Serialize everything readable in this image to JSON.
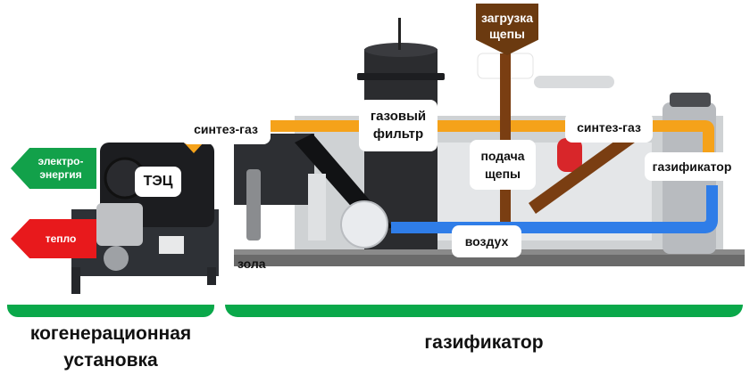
{
  "diagram": {
    "colors": {
      "syngas": "#f5a21a",
      "air": "#2f7de8",
      "chip_feed": "#7a3e12",
      "electric": "#12a14a",
      "heat": "#e8191c",
      "section_bar": "#0aa84a"
    },
    "labels": {
      "chip_loading": "загрузка щепы",
      "syngas_left": "синтез-газ",
      "gas_filter_line1": "газовый",
      "gas_filter_line2": "фильтр",
      "syngas_right": "синтез-газ",
      "chip_feed_line1": "подача",
      "chip_feed_line2": "щепы",
      "gasifier": "газификатор",
      "air": "воздух",
      "ash": "зола",
      "chp": "ТЭЦ",
      "electricity_line1": "электро-",
      "electricity_line2": "энергия",
      "heat": "тепло"
    },
    "sections": {
      "cogeneration_line1": "когенерационная",
      "cogeneration_line2": "установка",
      "gasifier": "газификатор"
    }
  }
}
